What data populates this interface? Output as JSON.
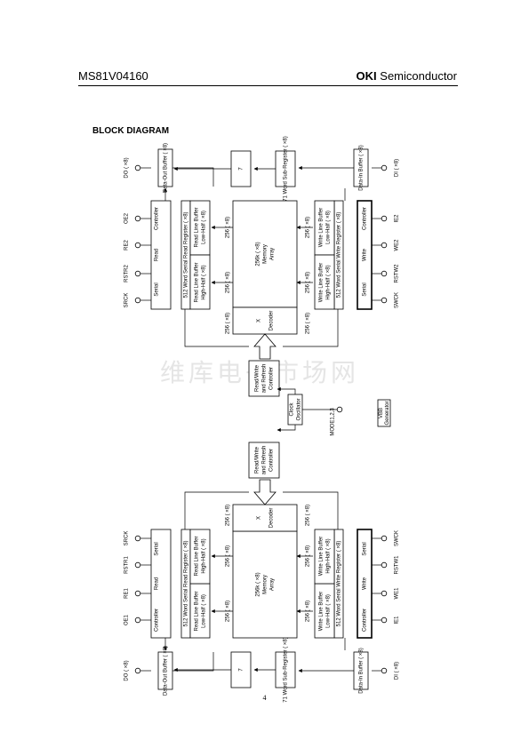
{
  "header": {
    "part_number": "MS81V04160",
    "brand": "OKI",
    "company_suffix": " Semiconductor"
  },
  "section_title": "BLOCK DIAGRAM",
  "page_number": "4",
  "watermark": "维库电子市场网",
  "diagram": {
    "top_half": {
      "data_out_buffer": "Data-Out Buffer ( ×8)",
      "out_sub_register": "71 Word Sub-Register ( ×8)",
      "in_sub_register": "71 Word Sub-Register ( ×8)",
      "data_in_buffer": "Data-In Buffer ( ×8)",
      "read_controller": [
        "Serial",
        "Read",
        "Controller"
      ],
      "write_controller": [
        "Serial",
        "Write",
        "Controller"
      ],
      "read_serial_register": "512 Word Serial Read Register ( ×8)",
      "read_line_buffer_high": [
        "Read Line Buffer",
        "High-Half ( ×8)"
      ],
      "read_line_buffer_low": [
        "Read Line Buffer",
        "Low-Half ( ×8)"
      ],
      "write_serial_register": "512 Word Serial Write Register ( ×8)",
      "write_line_buffer_high": [
        "Write Line Buffer",
        "High-Half ( ×8)"
      ],
      "write_line_buffer_low": [
        "Write Line Buffer",
        "Low-Half ( ×8)"
      ],
      "memory_array": [
        "256k ( ×8)",
        "Memory",
        "Array"
      ],
      "x_decoder": [
        "X",
        "Decoder"
      ],
      "bus_label": "256 ( ×8)",
      "refresh_controller": [
        "Read/Write",
        "and Refresh",
        "Controller"
      ],
      "pins_left": [
        "DO ( ×8)",
        "OE2",
        "RE2",
        "RSTR2",
        "SRCK"
      ],
      "pins_right": [
        "DI ( ×8)",
        "IE2",
        "WE2",
        "RSTW2",
        "SWCK"
      ]
    },
    "middle": {
      "clock_oscillator": [
        "Clock",
        "Oscillator"
      ],
      "mode_pin": "MODE1,2,3",
      "vbb_generator": [
        "VBB",
        "Generator"
      ]
    },
    "bottom_half": {
      "data_out_buffer": "Data-Out Buffer ( ×8)",
      "out_sub_register": "71 Word Sub-Register ( ×8)",
      "in_sub_register": "71 Word Sub-Register ( ×8)",
      "data_in_buffer": "Data-In Buffer ( ×8)",
      "read_controller": [
        "Serial",
        "Read",
        "Controller"
      ],
      "write_controller": [
        "Serial",
        "Write",
        "Controller"
      ],
      "read_serial_register": "512 Word Serial Read Register ( ×8)",
      "read_line_buffer_high": [
        "Read Line Buffer",
        "High-Half ( ×8)"
      ],
      "read_line_buffer_low": [
        "Read Line Buffer",
        "Low-Half ( ×8)"
      ],
      "write_serial_register": "512 Word Serial Write Register ( ×8)",
      "write_line_buffer_high": [
        "Write Line Buffer",
        "High-Half ( ×8)"
      ],
      "write_line_buffer_low": [
        "Write Line Buffer",
        "Low-Half ( ×8)"
      ],
      "memory_array": [
        "256k ( ×8)",
        "Memory",
        "Array"
      ],
      "x_decoder": [
        "X",
        "Decoder"
      ],
      "bus_label": "256 ( ×8)",
      "refresh_controller": [
        "Read/Write",
        "and Refresh",
        "Controller"
      ],
      "pins_left": [
        "SRCK",
        "RSTR1",
        "RE1",
        "OE1",
        "DO ( ×8)"
      ],
      "pins_right": [
        "SWCK",
        "RSTW1",
        "WE1",
        "IE1",
        "DI ( ×8)"
      ]
    }
  }
}
